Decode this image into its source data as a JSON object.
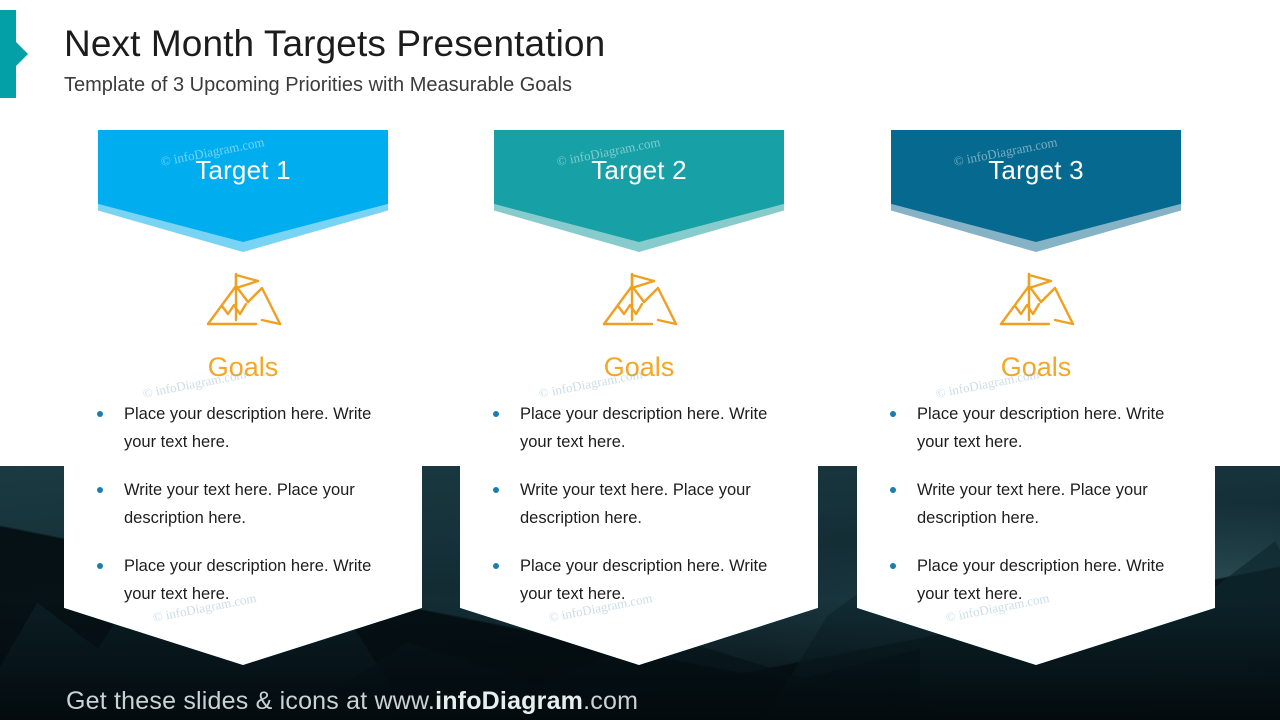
{
  "header": {
    "title": "Next Month Targets Presentation",
    "subtitle": "Template of 3 Upcoming Priorities with Measurable Goals"
  },
  "colors": {
    "accent_teal": "#03A0A8",
    "card1_banner": "#00AEEF",
    "card1_shadow": "#79D4F4",
    "card2_banner": "#17A0A5",
    "card2_shadow": "#87CBCC",
    "card3_banner": "#066A90",
    "card3_shadow": "#85B3C5",
    "card_outline": "#0C82B4",
    "goals_orange": "#F5A623",
    "bullet_blue": "#1B7FAE",
    "background_dark": "#102830"
  },
  "cards": [
    {
      "title": "Target 1",
      "icon": "mountain-flag-icon",
      "section_label": "Goals",
      "bullets": [
        "Place your description here. Write your text here.",
        "Write your text here. Place your description here.",
        "Place your description here. Write your text here."
      ]
    },
    {
      "title": "Target 2",
      "icon": "mountain-flag-icon",
      "section_label": "Goals",
      "bullets": [
        "Place your description here. Write your text here.",
        "Write your text here. Place your description here.",
        "Place your description here. Write your text here."
      ]
    },
    {
      "title": "Target 3",
      "icon": "mountain-flag-icon",
      "section_label": "Goals",
      "bullets": [
        "Place your description here. Write your text here.",
        "Write your text here. Place your description here.",
        "Place your description here. Write your text here."
      ]
    }
  ],
  "watermark": {
    "text": "© infoDiagram.com"
  },
  "footer": {
    "prefix": "Get these slides & icons at www.",
    "brand": "infoDiagram",
    "suffix": ".com"
  }
}
